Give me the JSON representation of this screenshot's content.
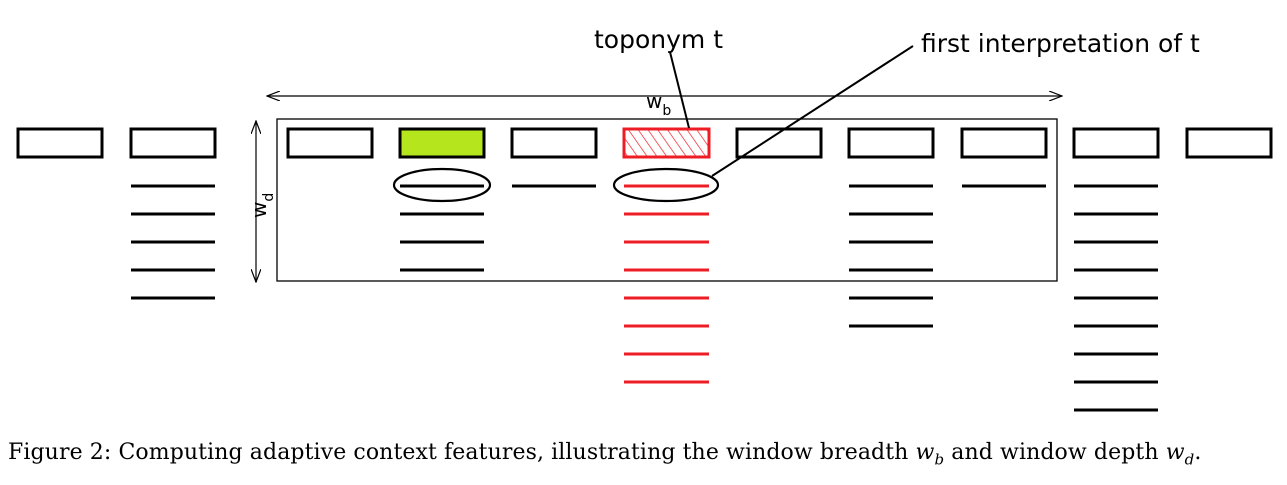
{
  "labels": {
    "toponym": "toponym t",
    "first_interpretation": "first interpretation of t",
    "breadth_symbol": "w",
    "breadth_sub": "b",
    "depth_symbol": "w",
    "depth_sub": "d"
  },
  "caption": {
    "prefix": "Figure 2: Computing adaptive context features, illustrating the window breadth ",
    "wb_main": "w",
    "wb_sub": "b",
    "middle": " and window depth ",
    "wd_main": "w",
    "wd_sub": "d",
    "suffix": "."
  },
  "colors": {
    "highlight_green": "#b5e51d",
    "toponym_red": "#ee1c24",
    "stroke": "#000000"
  }
}
